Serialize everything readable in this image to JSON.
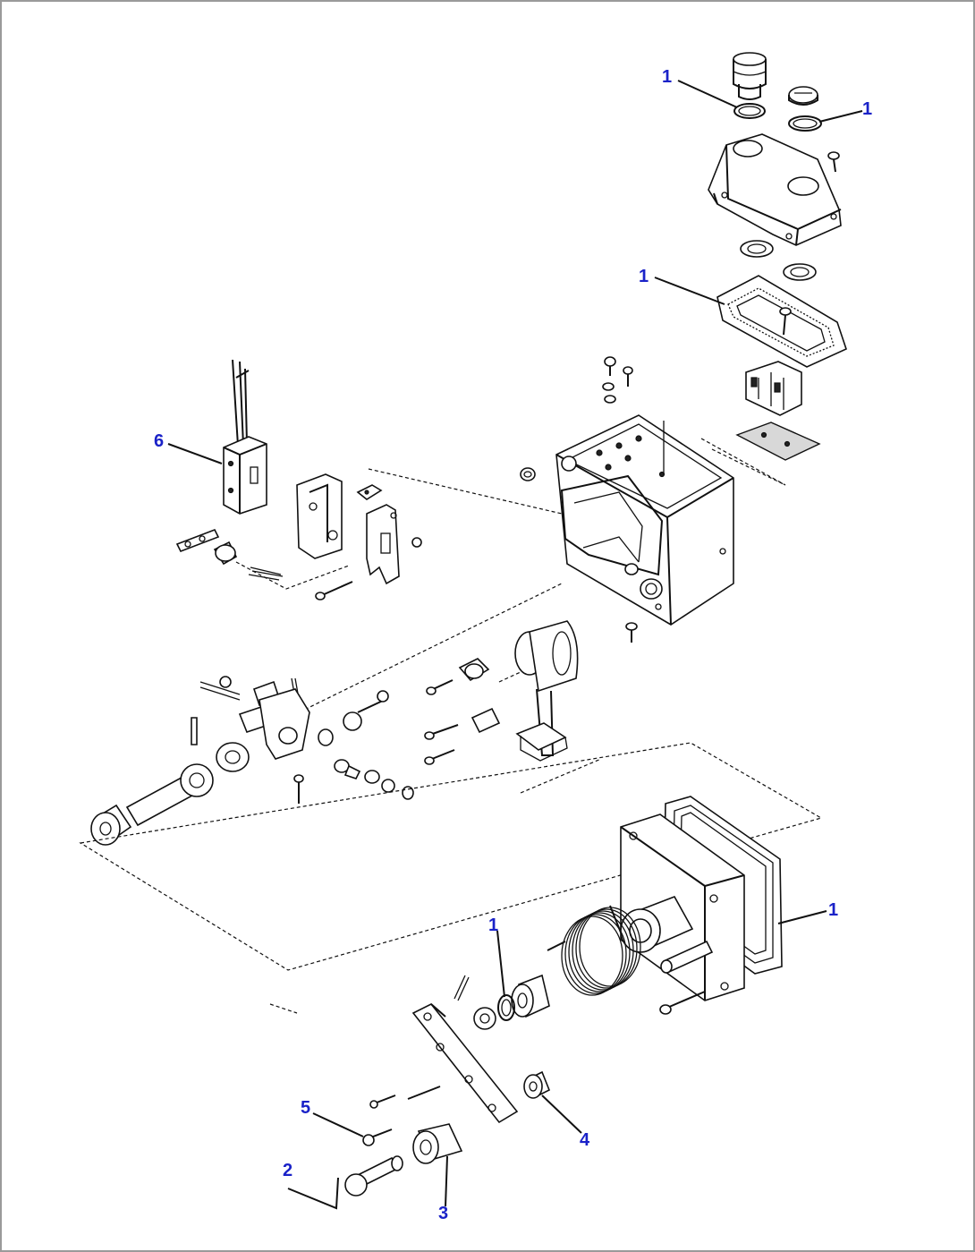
{
  "diagram": {
    "callouts": [
      {
        "id": "c1a",
        "label": "1"
      },
      {
        "id": "c1b",
        "label": "1"
      },
      {
        "id": "c1c",
        "label": "1"
      },
      {
        "id": "c1d",
        "label": "1"
      },
      {
        "id": "c1e",
        "label": "1"
      },
      {
        "id": "c2",
        "label": "2"
      },
      {
        "id": "c3",
        "label": "3"
      },
      {
        "id": "c4",
        "label": "4"
      },
      {
        "id": "c5",
        "label": "5"
      },
      {
        "id": "c6",
        "label": "6"
      }
    ],
    "colors": {
      "callout": "#1a22c8",
      "line": "#111111",
      "border": "#9a9a9a"
    }
  }
}
